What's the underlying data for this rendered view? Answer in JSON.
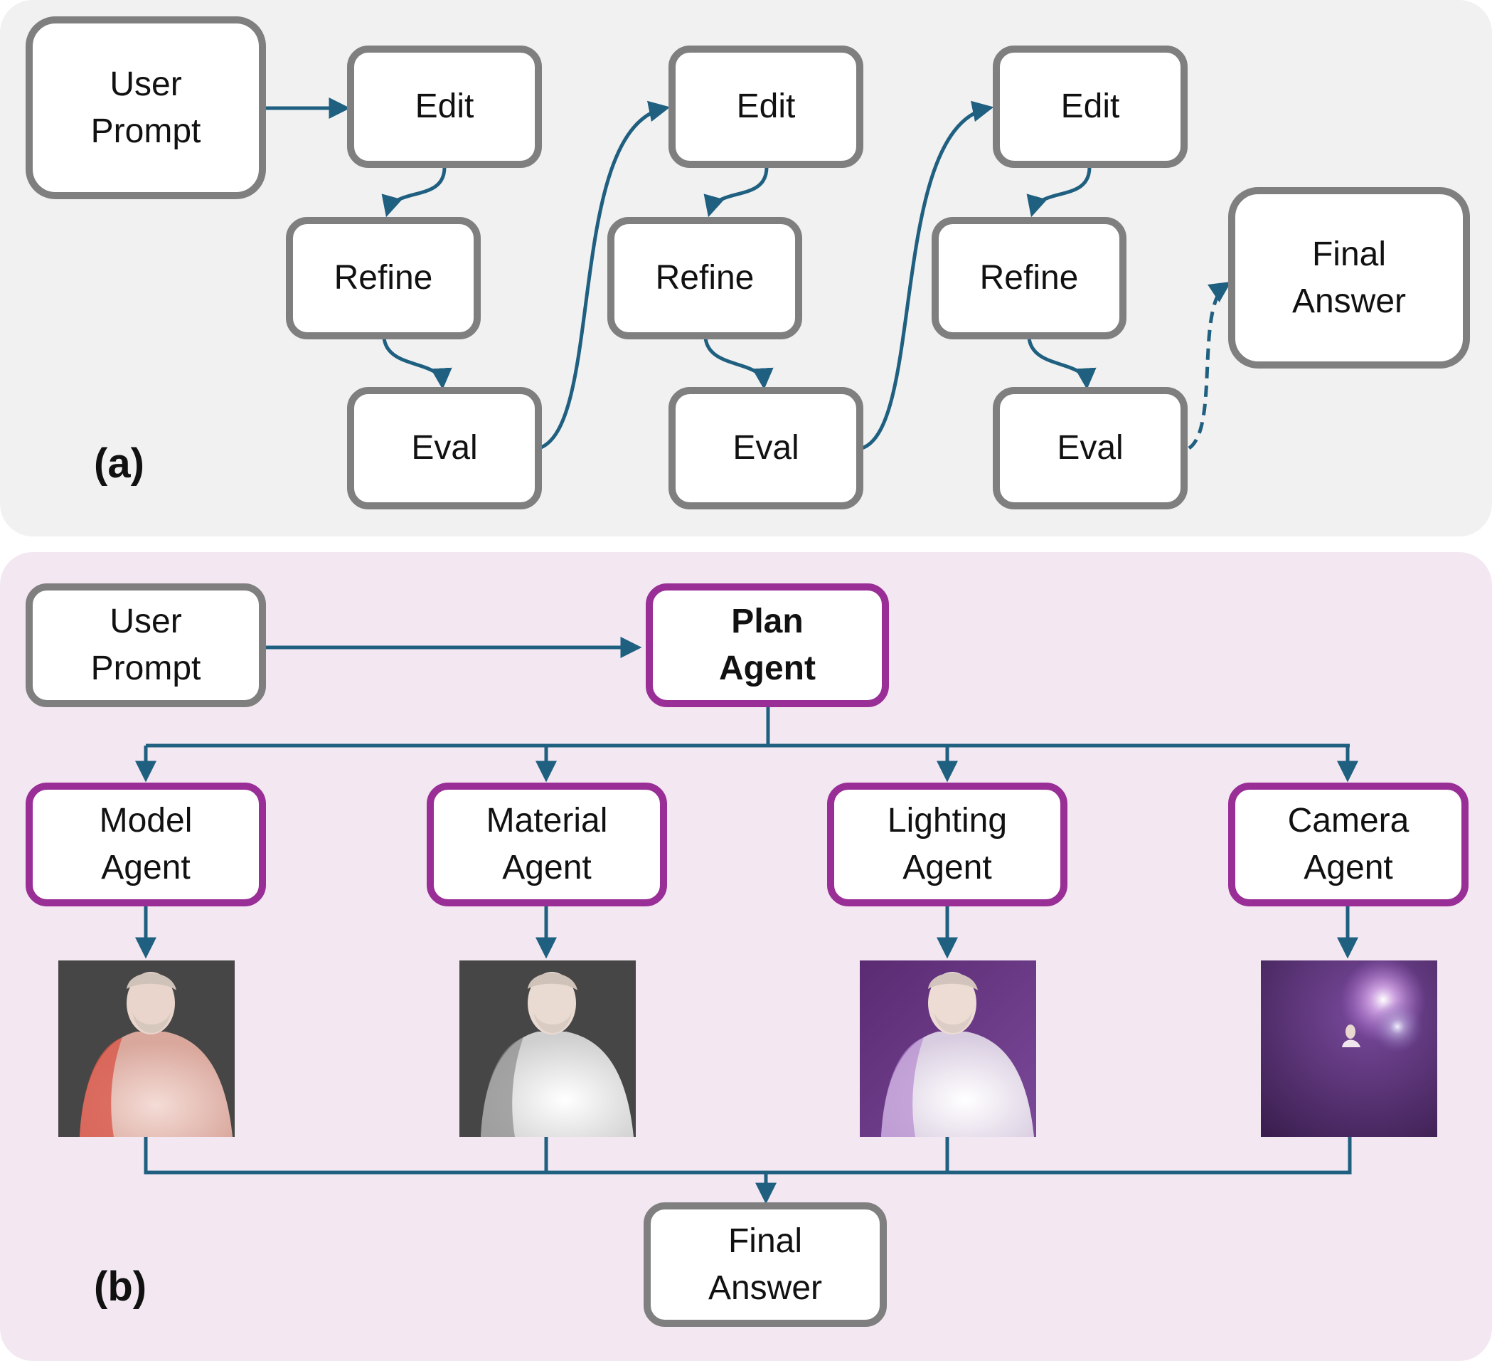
{
  "panel_a": {
    "label": "(a)",
    "user_prompt": "User\nPrompt",
    "edit": "Edit",
    "refine": "Refine",
    "eval": "Eval",
    "final_answer": "Final\nAnswer"
  },
  "panel_b": {
    "label": "(b)",
    "user_prompt": "User\nPrompt",
    "plan_agent": "Plan\nAgent",
    "agents": [
      {
        "label": "Model\nAgent"
      },
      {
        "label": "Material\nAgent"
      },
      {
        "label": "Lighting\nAgent"
      },
      {
        "label": "Camera\nAgent"
      }
    ],
    "final_answer": "Final\nAnswer"
  },
  "colors": {
    "arrow": "#1f5f80",
    "box_border": "#7f7f7f",
    "agent_border": "#992e96",
    "panel_a_bg": "#f1f1f1",
    "panel_b_bg": "#f3e8f2"
  }
}
